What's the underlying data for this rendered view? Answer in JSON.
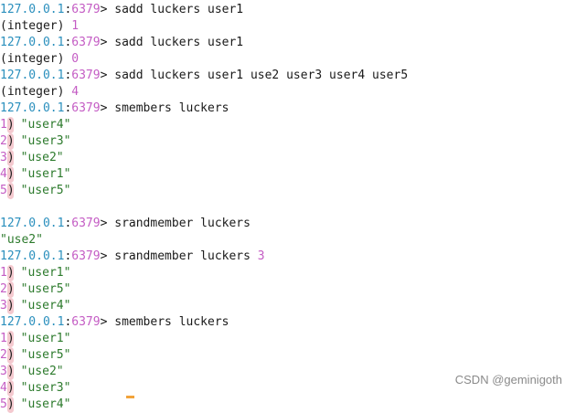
{
  "prompt": {
    "host": "127.0.0.1",
    "sep": ":",
    "port": "6379",
    "gt": ">"
  },
  "lines": [
    {
      "type": "prompt",
      "cmd": "sadd luckers user1",
      "arg_num": ""
    },
    {
      "type": "integer",
      "label": "(integer)",
      "value": "1"
    },
    {
      "type": "prompt",
      "cmd": "sadd luckers user1",
      "arg_num": ""
    },
    {
      "type": "integer",
      "label": "(integer)",
      "value": "0"
    },
    {
      "type": "prompt",
      "cmd": "sadd luckers user1 use2 user3 user4 user5",
      "arg_num": ""
    },
    {
      "type": "integer",
      "label": "(integer)",
      "value": "4"
    },
    {
      "type": "prompt",
      "cmd": "smembers luckers",
      "arg_num": ""
    },
    {
      "type": "item",
      "idx": "1",
      "paren": ")",
      "value": "\"user4\""
    },
    {
      "type": "item",
      "idx": "2",
      "paren": ")",
      "value": "\"user3\""
    },
    {
      "type": "item",
      "idx": "3",
      "paren": ")",
      "value": "\"use2\""
    },
    {
      "type": "item",
      "idx": "4",
      "paren": ")",
      "value": "\"user1\""
    },
    {
      "type": "item",
      "idx": "5",
      "paren": ")",
      "value": "\"user5\""
    },
    {
      "type": "blank"
    },
    {
      "type": "prompt",
      "cmd": "srandmember luckers",
      "arg_num": ""
    },
    {
      "type": "string",
      "value": "\"use2\""
    },
    {
      "type": "prompt",
      "cmd": "srandmember luckers ",
      "arg_num": "3"
    },
    {
      "type": "item",
      "idx": "1",
      "paren": ")",
      "value": "\"user1\""
    },
    {
      "type": "item",
      "idx": "2",
      "paren": ")",
      "value": "\"user5\""
    },
    {
      "type": "item",
      "idx": "3",
      "paren": ")",
      "value": "\"user4\""
    },
    {
      "type": "prompt",
      "cmd": "smembers luckers",
      "arg_num": ""
    },
    {
      "type": "item",
      "idx": "1",
      "paren": ")",
      "value": "\"user1\""
    },
    {
      "type": "item",
      "idx": "2",
      "paren": ")",
      "value": "\"user5\""
    },
    {
      "type": "item",
      "idx": "3",
      "paren": ")",
      "value": "\"use2\""
    },
    {
      "type": "item",
      "idx": "4",
      "paren": ")",
      "value": "\"user3\""
    },
    {
      "type": "item",
      "idx": "5",
      "paren": ")",
      "value": "\"user4\""
    }
  ],
  "watermark": "CSDN @geminigoth"
}
